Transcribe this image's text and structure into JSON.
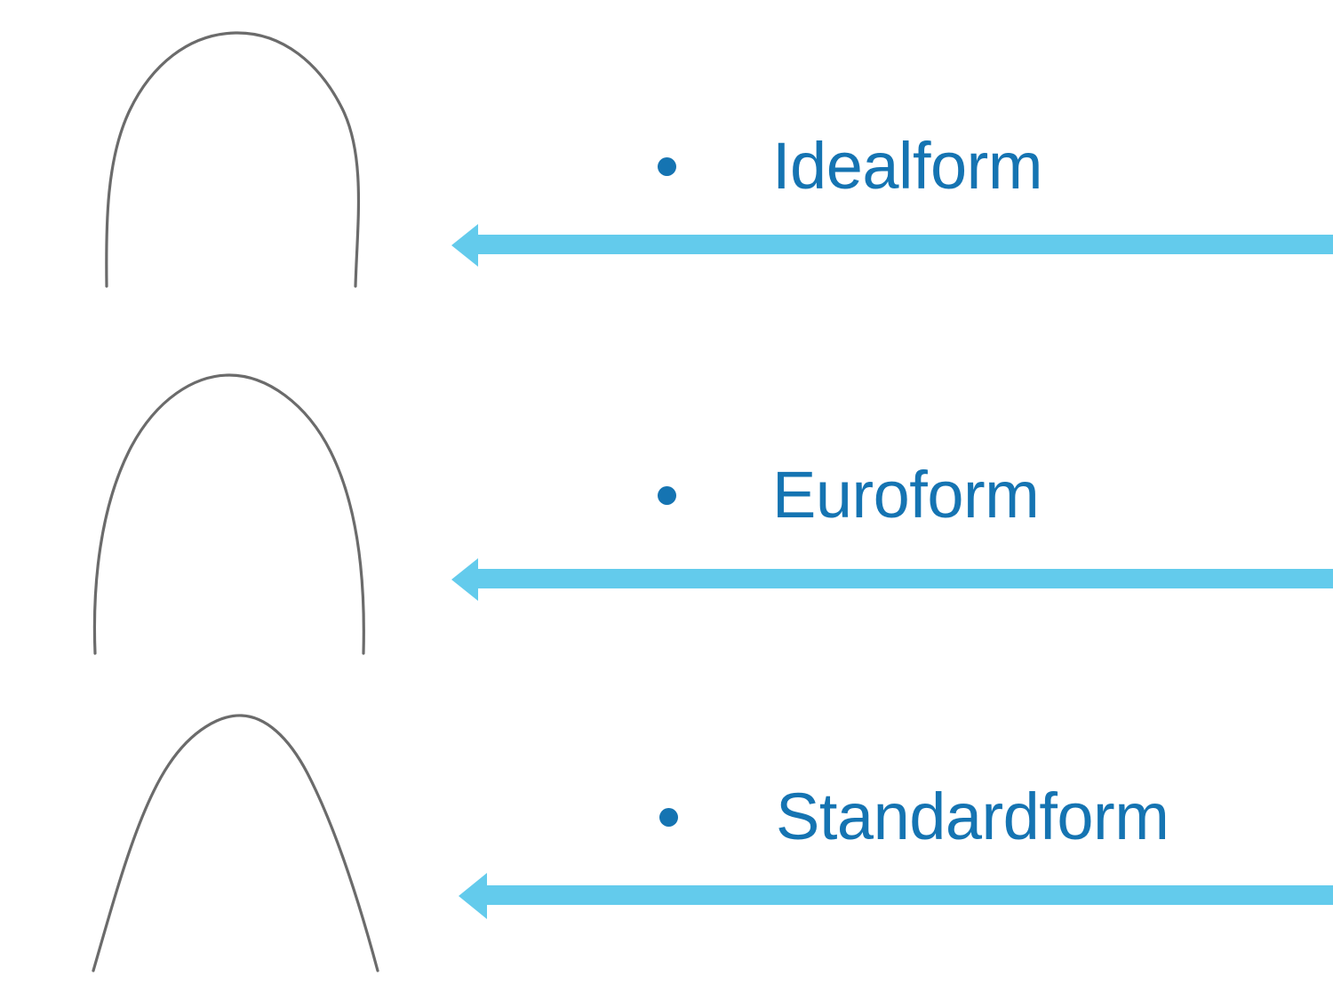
{
  "slide": {
    "background_color": "#ffffff",
    "title": "",
    "accent_text_color": "#1574b2",
    "arrow_color": "#63cbec",
    "arch_stroke_color": "#6b6b6b"
  },
  "items": [
    {
      "label": "Idealform",
      "bullet": "•",
      "arch_name": "idealform-arch",
      "arch_description": "wide rounded U-shaped dental arch wire with near-vertical legs",
      "arrow_name": "left-arrow-idealform"
    },
    {
      "label": "Euroform",
      "bullet": "•",
      "arch_name": "euroform-arch",
      "arch_description": "ovoid parabolic dental arch wire, narrower apex with flaring legs",
      "arrow_name": "left-arrow-euroform"
    },
    {
      "label": "Standardform",
      "bullet": "•",
      "arch_name": "standardform-arch",
      "arch_description": "tapered dental arch wire with rounded apex and strongly splayed straight legs",
      "arrow_name": "left-arrow-standardform"
    }
  ]
}
